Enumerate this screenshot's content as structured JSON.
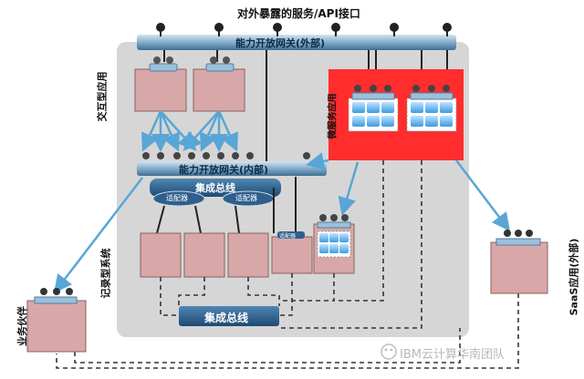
{
  "diagram": {
    "top_label": "对外暴露的服务/API接口",
    "gateway_external": "能力开放网关(外部)",
    "gateway_internal": "能力开放网关(内部)",
    "esb_upper": "集成总线",
    "esb_lower": "集成总线",
    "adapter_left": "适配器",
    "adapter_right": "适配器",
    "adapter_small": "适配器",
    "interactive_apps": "交互型应用",
    "record_systems": "记录型系统",
    "microservice_apps": "微服务应用",
    "saas_external": "SaaS应用(外部)",
    "business_partner": "业务伙伴",
    "watermark": "IBM云计算华南团队"
  },
  "colors": {
    "box_pink": "#d8a8a8",
    "box_border": "#8a6060",
    "bar_blue": "#7fa8c6",
    "bar_dark": "#2e5f8a",
    "region_gray": "#d4d4d4",
    "micro_red": "#ff2d2d",
    "arrow_blue": "#58a6d6",
    "node_dark": "#222222"
  }
}
